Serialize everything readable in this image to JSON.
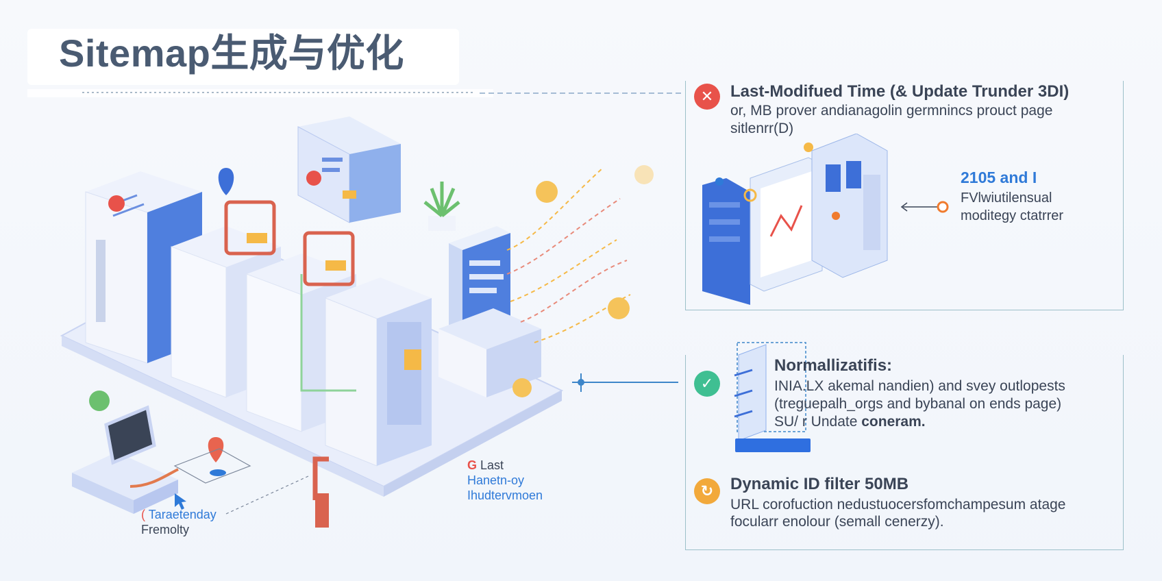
{
  "header": {
    "title": "Sitemap生成与优化"
  },
  "panel_top": {
    "heading": "Last-Modifued Time (& Update Trunder 3DI)",
    "line1": "or, MB prover andianagolin germnincs prouct page",
    "line2": "sitlenrr(D)",
    "stat_value": "2105 and I",
    "stat_line1": "FVlwiutilensual",
    "stat_line2": "moditegy ctatrrer"
  },
  "panel_bottom": {
    "norm_heading": "Normallizatifis:",
    "norm_line1": "INIA.LX akemal nandien) and svey outlopests",
    "norm_line2": "(treguepalh_orgs and bybanal on ends page)",
    "norm_line3_a": "SU/ r Undate ",
    "norm_line3_b": "coneram.",
    "dyn_heading": "Dynamic ID filter 50MB",
    "dyn_line1": "URL corofuction nedustuocersfomchampesum atage",
    "dyn_line2": "focularr enolour (semall cenerzy)."
  },
  "illustration": {
    "label_last_1": "Last",
    "label_last_2": "Hanetn-oy",
    "label_last_3": "Ihudtervmoen",
    "label_target_1": "Taraetenday",
    "label_target_2": "Fremolty"
  },
  "colors": {
    "error": "#e8524a",
    "success": "#3fbf92",
    "warning": "#f2a93b",
    "accent": "#2f7ad8",
    "title": "#4a5b72"
  },
  "icons": {
    "error": "close-icon",
    "success": "check-icon",
    "warning": "refresh-icon"
  }
}
